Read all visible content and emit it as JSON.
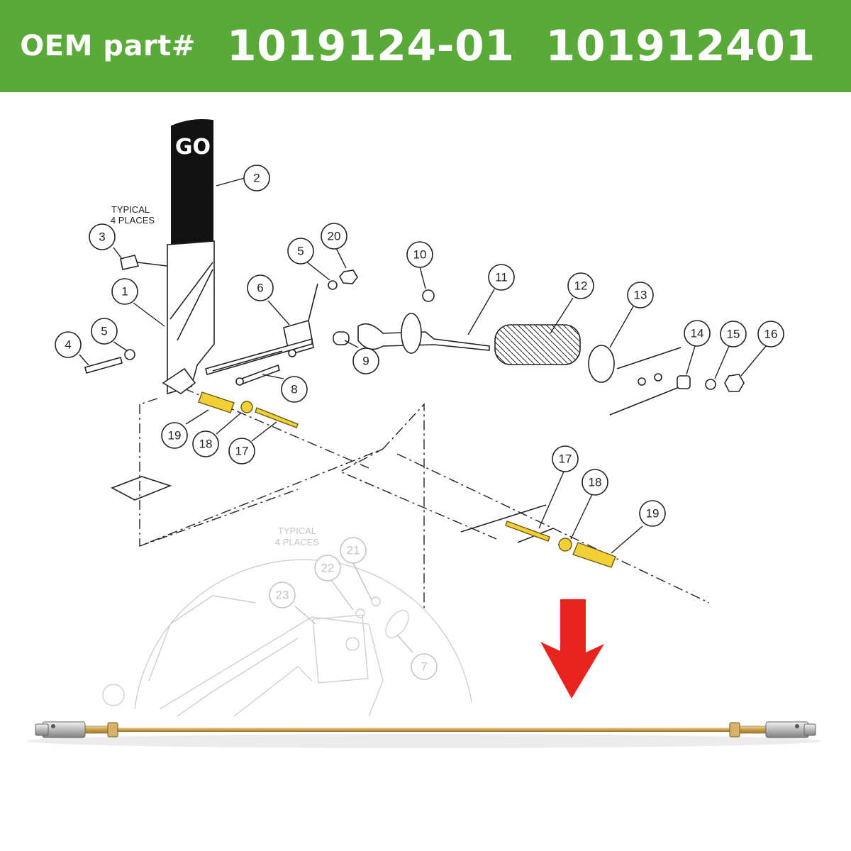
{
  "banner": {
    "label": "OEM part#",
    "part_numbers": [
      "1019124-01",
      "101912401"
    ],
    "background_color": "#5aaa3a",
    "text_color": "#ffffff"
  },
  "diagram": {
    "pedal_text": "GO",
    "notes": [
      {
        "id": "note-upper",
        "lines": [
          "TYPICAL",
          "4 PLACES"
        ]
      },
      {
        "id": "note-lower",
        "lines": [
          "TYPICAL",
          "4 PLACES"
        ]
      }
    ],
    "callouts": [
      {
        "id": "c2",
        "label": "2"
      },
      {
        "id": "c3",
        "label": "3"
      },
      {
        "id": "c1",
        "label": "1"
      },
      {
        "id": "c4",
        "label": "4"
      },
      {
        "id": "c5a",
        "label": "5"
      },
      {
        "id": "c5b",
        "label": "5"
      },
      {
        "id": "c20",
        "label": "20"
      },
      {
        "id": "c6",
        "label": "6"
      },
      {
        "id": "c10",
        "label": "10"
      },
      {
        "id": "c11",
        "label": "11"
      },
      {
        "id": "c12",
        "label": "12"
      },
      {
        "id": "c13",
        "label": "13"
      },
      {
        "id": "c14",
        "label": "14"
      },
      {
        "id": "c15",
        "label": "15"
      },
      {
        "id": "c16",
        "label": "16"
      },
      {
        "id": "c9",
        "label": "9"
      },
      {
        "id": "c8",
        "label": "8"
      },
      {
        "id": "c19a",
        "label": "19"
      },
      {
        "id": "c18a",
        "label": "18"
      },
      {
        "id": "c17a",
        "label": "17"
      },
      {
        "id": "c17b",
        "label": "17"
      },
      {
        "id": "c18b",
        "label": "18"
      },
      {
        "id": "c19b",
        "label": "19"
      },
      {
        "id": "c21",
        "label": "21"
      },
      {
        "id": "c22",
        "label": "22"
      },
      {
        "id": "c23",
        "label": "23"
      },
      {
        "id": "c7",
        "label": "7"
      }
    ],
    "arrow_color": "#e8231b",
    "highlight_color": "#f3cf37"
  }
}
